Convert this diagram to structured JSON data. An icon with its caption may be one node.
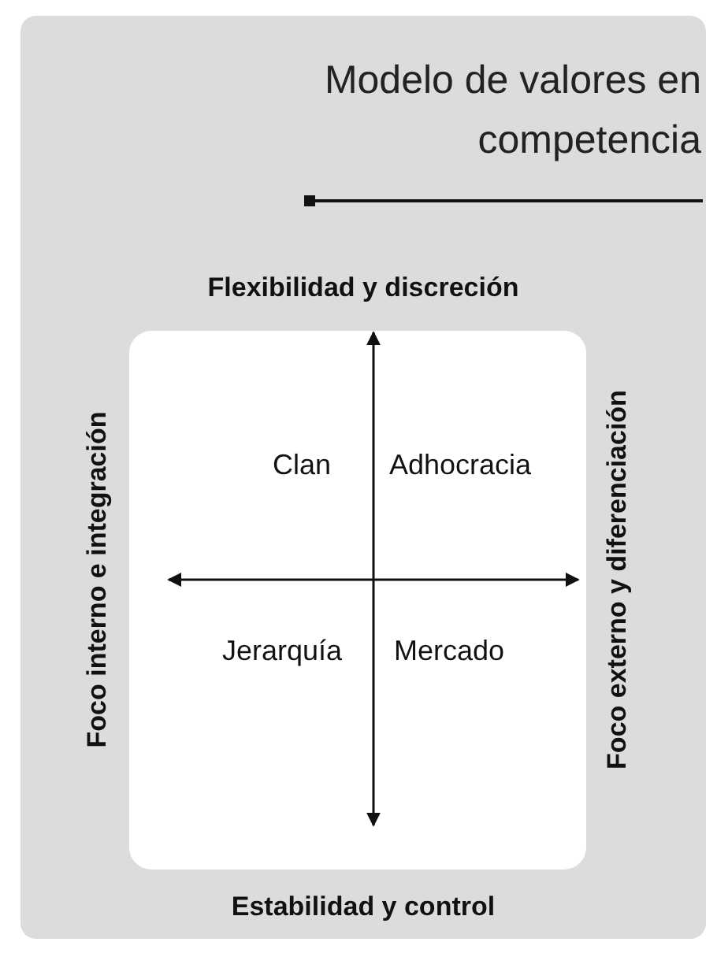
{
  "diagram": {
    "title": "Modelo de valores en competencia",
    "labels": [
      "Flexibilidad y discreción",
      "Foco interno e integración",
      "Clan",
      "Adhocracia",
      "Foco externo y diferenciación",
      "Jerarquía",
      "Mercado",
      "Estabilidad y control"
    ]
  }
}
